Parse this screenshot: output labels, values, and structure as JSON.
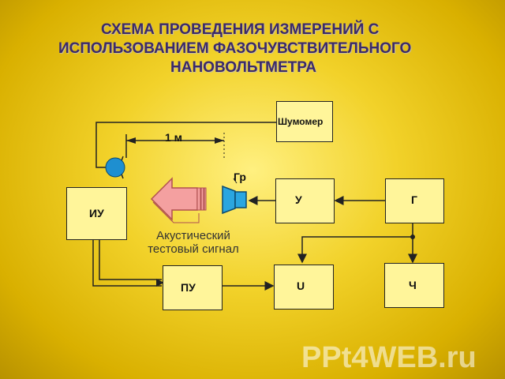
{
  "title": {
    "line1": "СХЕМА ПРОВЕДЕНИЯ ИЗМЕРЕНИЙ С",
    "line2": "ИСПОЛЬЗОВАНИЕМ ФАЗОЧУВСТВИТЕЛЬНОГО",
    "line3": "НАНОВОЛЬТМЕТРА"
  },
  "blocks": {
    "noise_meter": "Шумомер",
    "iu": "ИУ",
    "amplifier": "У",
    "generator": "Г",
    "pu": "ПУ",
    "voltmeter": "U",
    "frequency_meter": "Ч"
  },
  "labels": {
    "distance": "1 м",
    "loudspeaker": "Гр",
    "signal_line1": "Акустический",
    "signal_line2": "тестовый сигнал"
  },
  "watermark": "PPt4WEB.ru",
  "colors": {
    "background": "#f2d22a",
    "box_fill": "#fff59a",
    "title": "#3b2a6a",
    "microphone": "#1e8fd0",
    "speaker": "#2aa6e0",
    "arrow_fill": "#f4a0a0"
  }
}
